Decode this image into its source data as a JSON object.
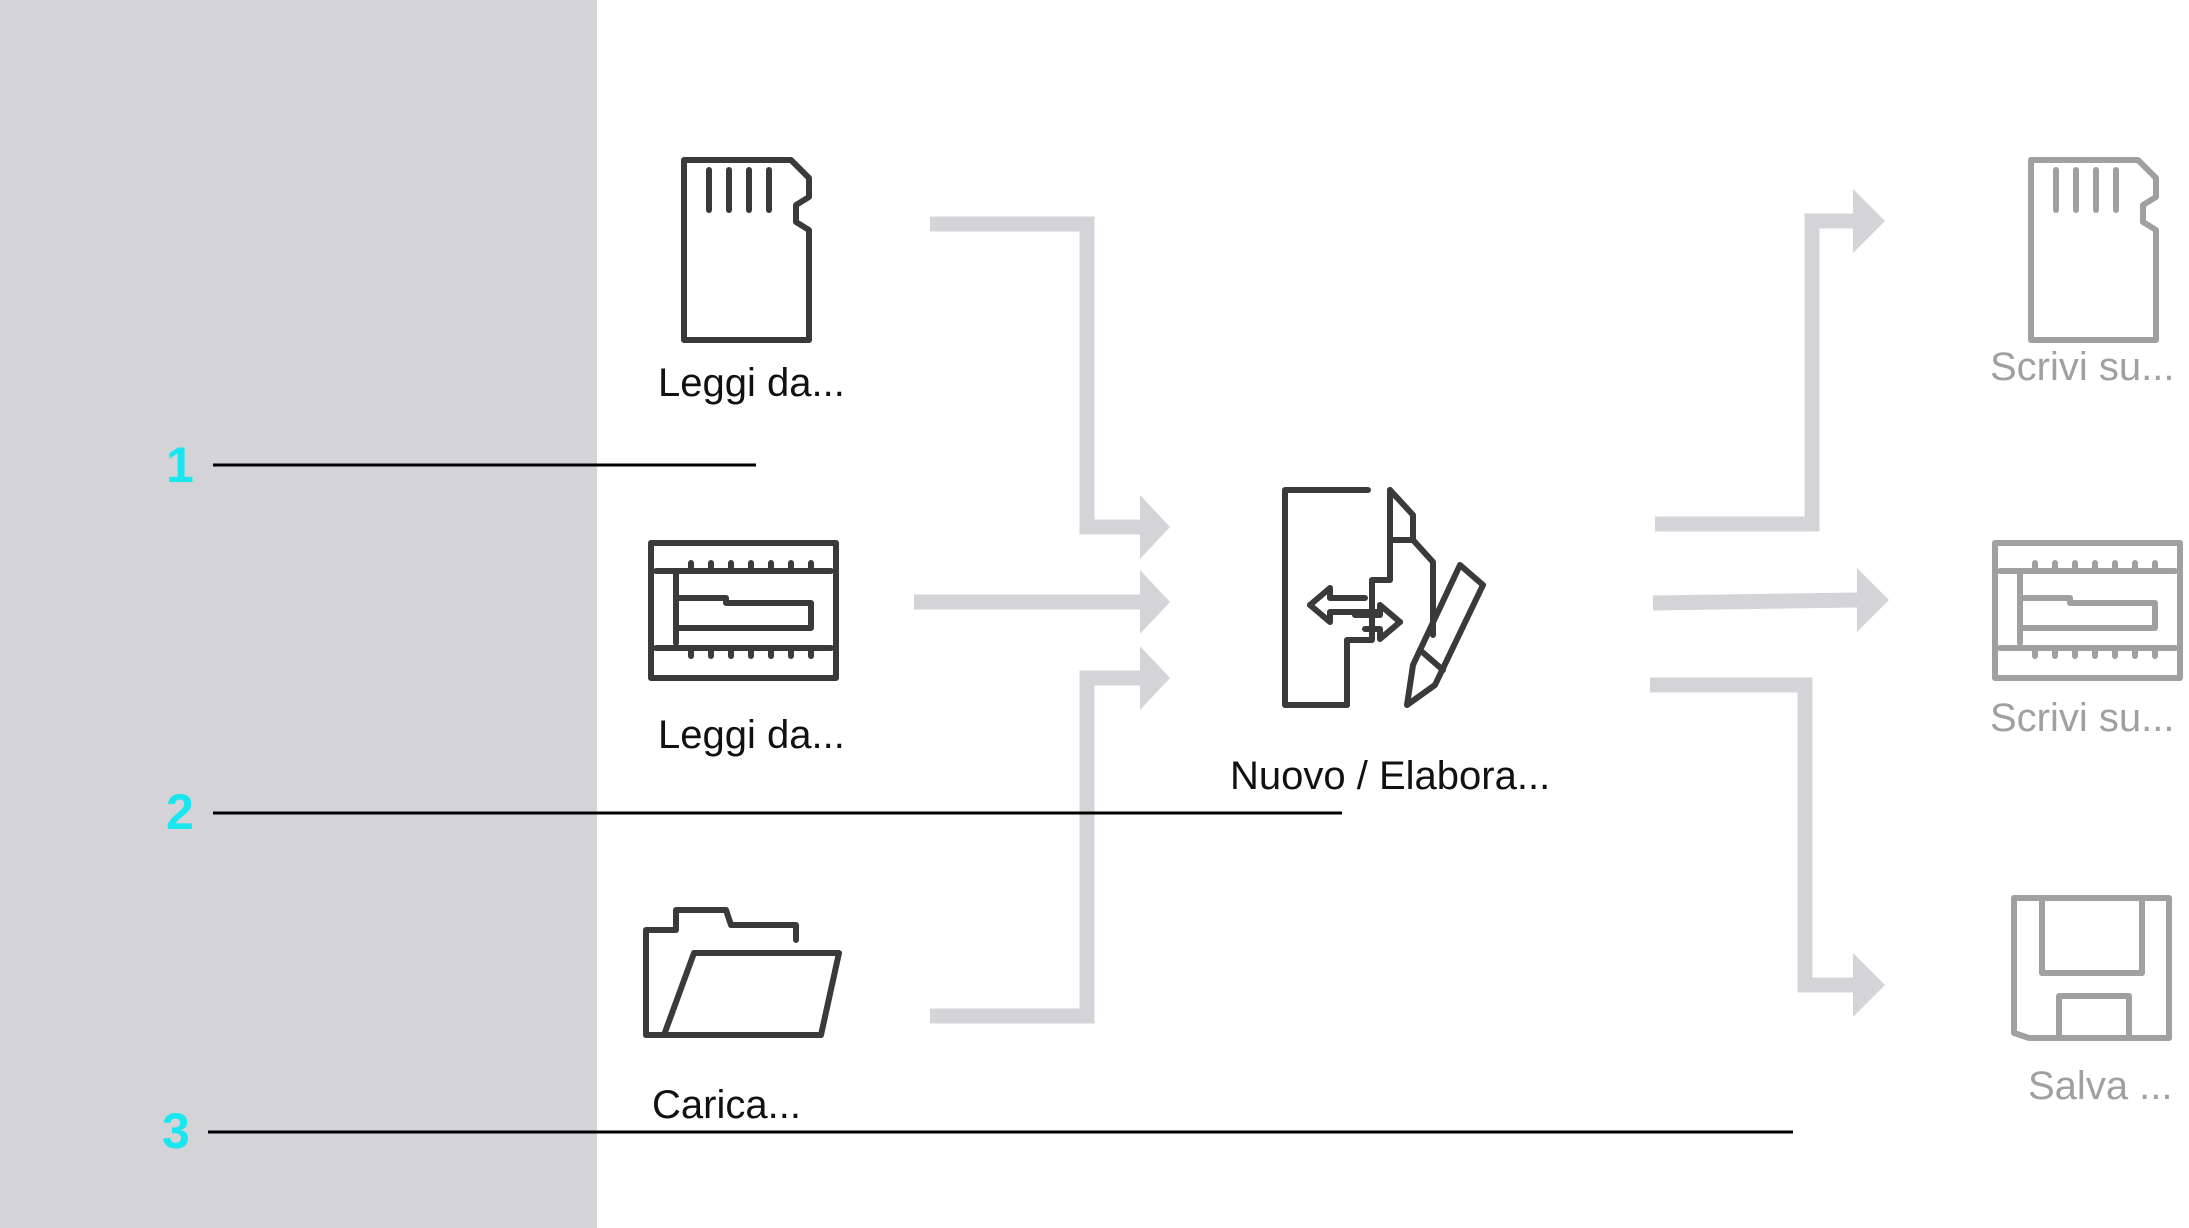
{
  "colors": {
    "left_panel": "#d3d3d8",
    "callout_number": "#19e6ef",
    "flow_arrow": "#d4d4d8",
    "icon_active": "#3a3a3a",
    "icon_inactive": "#a0a0a0",
    "text_active": "#111111",
    "text_inactive": "#a0a0a0"
  },
  "sources": [
    {
      "icon": "sd-card-icon",
      "label": "Leggi da..."
    },
    {
      "icon": "memory-module-icon",
      "label": "Leggi da..."
    },
    {
      "icon": "open-folder-icon",
      "label": "Carica..."
    }
  ],
  "center": {
    "icon": "edit-document-icon",
    "label": "Nuovo / Elabora..."
  },
  "targets": [
    {
      "icon": "sd-card-icon",
      "label": "Scrivi su..."
    },
    {
      "icon": "memory-module-icon",
      "label": "Scrivi su..."
    },
    {
      "icon": "floppy-disk-icon",
      "label": "Salva ..."
    }
  ],
  "callouts": [
    {
      "number": "1"
    },
    {
      "number": "2"
    },
    {
      "number": "3"
    }
  ]
}
